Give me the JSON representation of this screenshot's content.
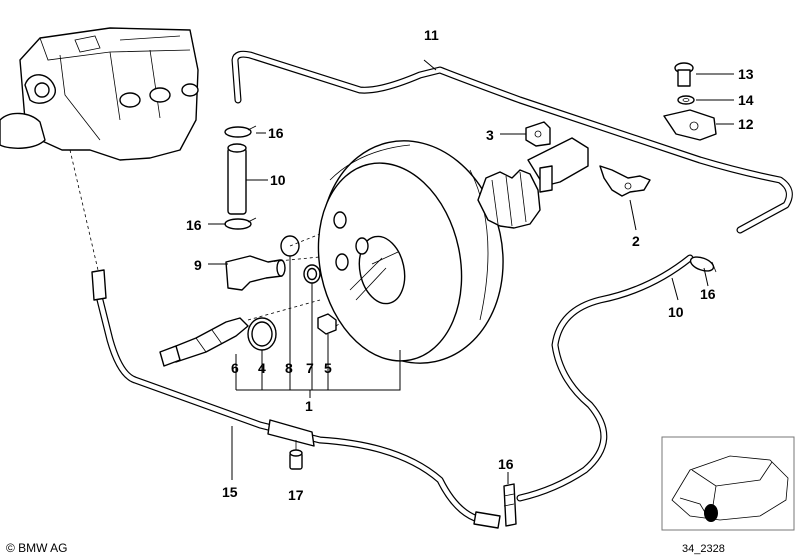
{
  "callouts": {
    "c1": "1",
    "c2": "2",
    "c3": "3",
    "c4": "4",
    "c5": "5",
    "c6": "6",
    "c7": "7",
    "c8": "8",
    "c9": "9",
    "c10a": "10",
    "c10b": "10",
    "c11": "11",
    "c12": "12",
    "c13": "13",
    "c14": "14",
    "c15": "15",
    "c16a": "16",
    "c16b": "16",
    "c16c": "16",
    "c16d": "16",
    "c17": "17"
  },
  "footer": {
    "brand": "© BMW AG",
    "diagram_ref": "34_2328"
  }
}
